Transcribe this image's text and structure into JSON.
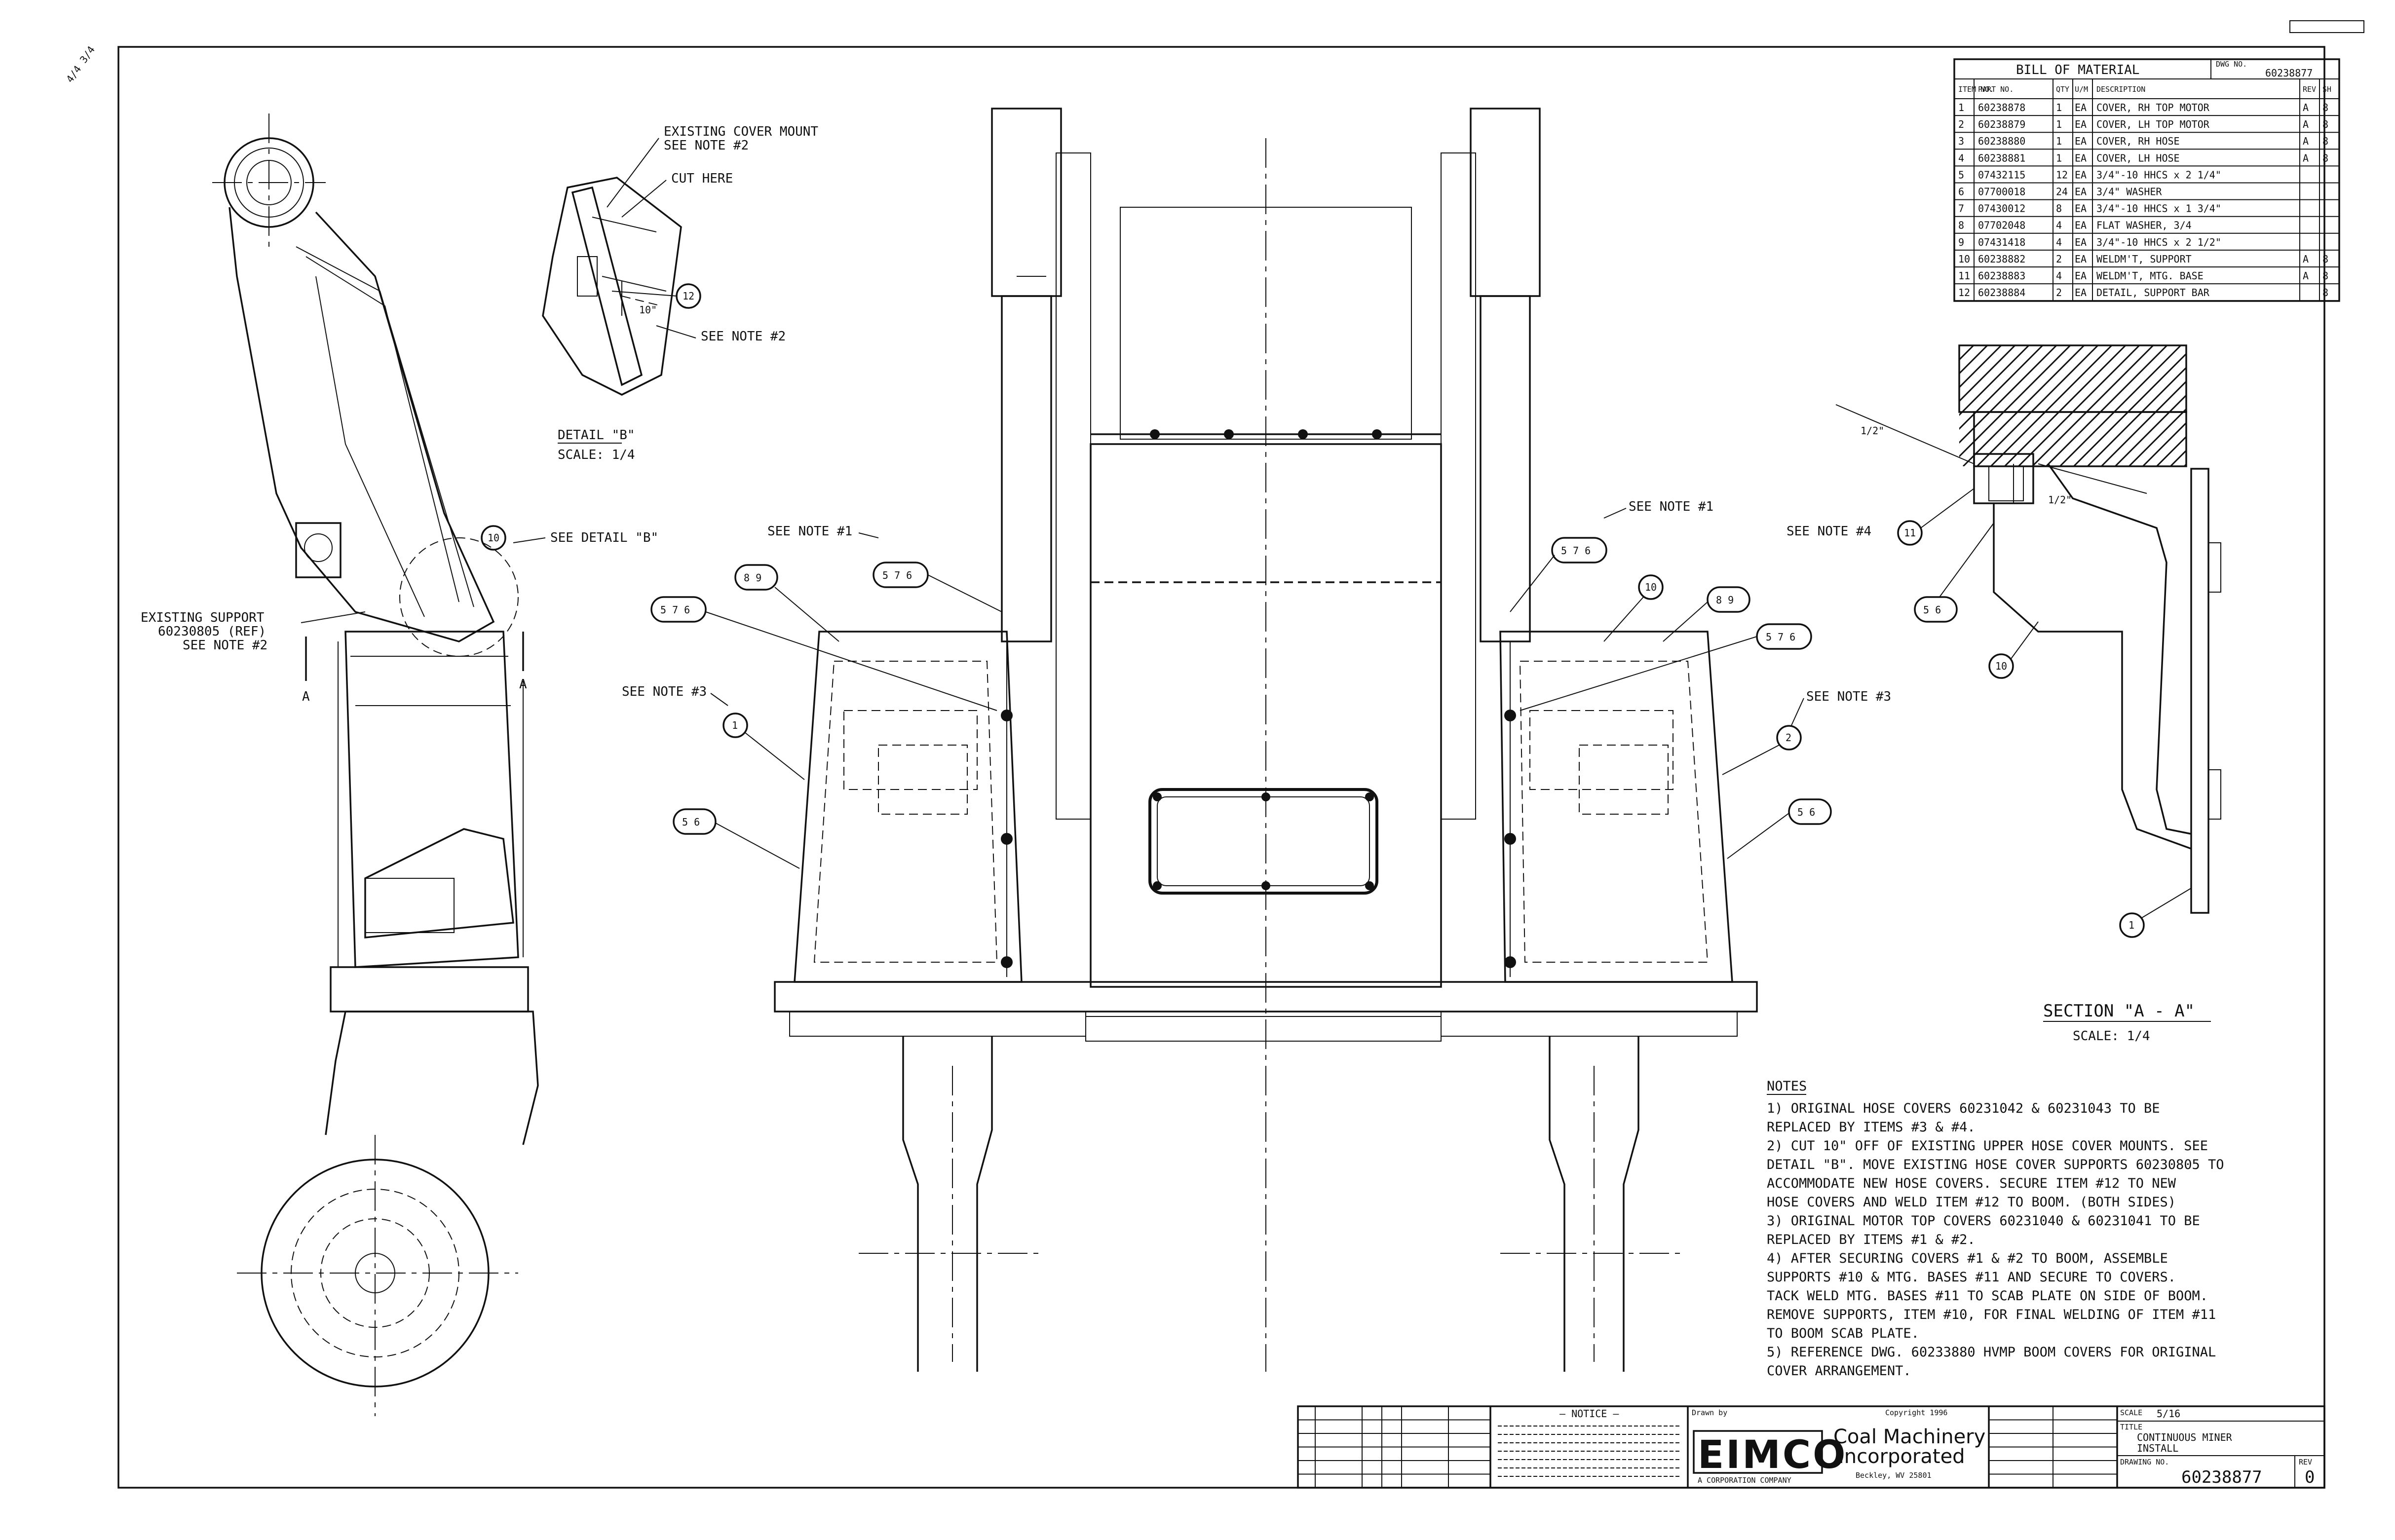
{
  "corner_stamp": "",
  "margin_note": "4/4 3/4",
  "bom": {
    "title": "BILL OF MATERIAL",
    "dwg_label": "DWG NO.",
    "dwg_no": "60238877",
    "headers": [
      "ITEM NO.",
      "PART NO.",
      "QTY",
      "U/M",
      "DESCRIPTION",
      "REV",
      "SH"
    ],
    "rows": [
      [
        "1",
        "60238878",
        "1",
        "EA",
        "COVER, RH TOP MOTOR",
        "A",
        "8"
      ],
      [
        "2",
        "60238879",
        "1",
        "EA",
        "COVER, LH TOP MOTOR",
        "A",
        "8"
      ],
      [
        "3",
        "60238880",
        "1",
        "EA",
        "COVER, RH HOSE",
        "A",
        "8"
      ],
      [
        "4",
        "60238881",
        "1",
        "EA",
        "COVER, LH HOSE",
        "A",
        "8"
      ],
      [
        "5",
        "07432115",
        "12",
        "EA",
        "3/4\"-10 HHCS x 2 1/4\"",
        "",
        ""
      ],
      [
        "6",
        "07700018",
        "24",
        "EA",
        "3/4\" WASHER",
        "",
        ""
      ],
      [
        "7",
        "07430012",
        "8",
        "EA",
        "3/4\"-10 HHCS x 1 3/4\"",
        "",
        ""
      ],
      [
        "8",
        "07702048",
        "4",
        "EA",
        "FLAT WASHER, 3/4",
        "",
        ""
      ],
      [
        "9",
        "07431418",
        "4",
        "EA",
        "3/4\"-10 HHCS x 2 1/2\"",
        "",
        ""
      ],
      [
        "10",
        "60238882",
        "2",
        "EA",
        "WELDM'T, SUPPORT",
        "A",
        "8"
      ],
      [
        "11",
        "60238883",
        "4",
        "EA",
        "WELDM'T, MTG. BASE",
        "A",
        "8"
      ],
      [
        "12",
        "60238884",
        "2",
        "EA",
        "DETAIL, SUPPORT BAR",
        "",
        "8"
      ]
    ]
  },
  "labels": {
    "existing_cover_mount_1": "EXISTING COVER MOUNT",
    "existing_cover_mount_2": "SEE NOTE #2",
    "cut_here": "CUT HERE",
    "see_note_2_detail": "SEE NOTE #2",
    "dim_10": "10\"",
    "detail_b_title": "DETAIL \"B\"",
    "detail_b_scale": "SCALE: 1/4",
    "see_detail_b": "SEE DETAIL \"B\"",
    "existing_support_1": "EXISTING SUPPORT",
    "existing_support_2": "60230805 (REF)",
    "existing_support_3": "SEE NOTE #2",
    "see_note_1_left": "SEE NOTE #1",
    "see_note_1_right": "SEE NOTE #1",
    "see_note_3_left": "SEE NOTE #3",
    "see_note_3_right": "SEE NOTE #3",
    "see_note_4": "SEE NOTE #4",
    "section_a_title": "SECTION \"A - A\"",
    "section_a_scale": "SCALE: 1/4",
    "dim_half_left": "1/2\"",
    "dim_half_right": "1/2\"",
    "section_mark": "A"
  },
  "balloons": {
    "b_121": "12",
    "b_10a": "10",
    "b_576l": "5 7 6",
    "b_89l": "8 9",
    "b_576l2": "5 7 6",
    "b_1l": "1",
    "b_56l": "5 6",
    "b_576r": "5 7 6",
    "b_10r": "10",
    "b_89r": "8 9",
    "b_576r2": "5 7 6",
    "b_2r": "2",
    "b_56r": "5 6",
    "b_11": "11",
    "b_56s": "5 6",
    "b_10s": "10",
    "b_1s": "1"
  },
  "notes": {
    "heading": "NOTES",
    "lines": [
      "1)  ORIGINAL HOSE COVERS 60231042 & 60231043 TO BE",
      "    REPLACED BY ITEMS #3 & #4.",
      "2)  CUT 10\" OFF OF EXISTING UPPER HOSE COVER MOUNTS. SEE",
      "    DETAIL \"B\". MOVE EXISTING HOSE COVER SUPPORTS 60230805 TO",
      "    ACCOMMODATE NEW HOSE COVERS. SECURE ITEM #12 TO NEW",
      "    HOSE COVERS AND WELD ITEM #12 TO BOOM. (BOTH SIDES)",
      "3)  ORIGINAL MOTOR TOP COVERS 60231040 & 60231041 TO BE",
      "    REPLACED BY ITEMS #1 & #2.",
      "4)  AFTER SECURING COVERS #1 & #2 TO BOOM, ASSEMBLE",
      "    SUPPORTS #10 & MTG. BASES #11 AND SECURE TO COVERS.",
      "    TACK WELD MTG. BASES #11 TO SCAB PLATE ON SIDE OF BOOM.",
      "    REMOVE SUPPORTS, ITEM #10, FOR FINAL WELDING OF ITEM #11",
      "    TO BOOM SCAB PLATE.",
      "5)  REFERENCE DWG. 60233880 HVMP BOOM COVERS FOR ORIGINAL",
      "    COVER ARRANGEMENT."
    ]
  },
  "title_block": {
    "notice_title": "— NOTICE —",
    "drawn_label": "Drawn by",
    "copyright": "Copyright 1996",
    "logo": "EIMCO",
    "company_1": "Coal Machinery",
    "company_2": "Incorporated",
    "company_3": "Beckley, WV 25801",
    "sub_caption": "A CORPORATION COMPANY",
    "scale_label": "SCALE",
    "scale_value": "5/16",
    "title_label": "TITLE",
    "title_1": "CONTINUOUS MINER",
    "title_2": "INSTALL",
    "dwg_no_label": "DRAWING NO.",
    "dwg_no": "60238877",
    "rev_label": "REV",
    "rev": "0"
  }
}
